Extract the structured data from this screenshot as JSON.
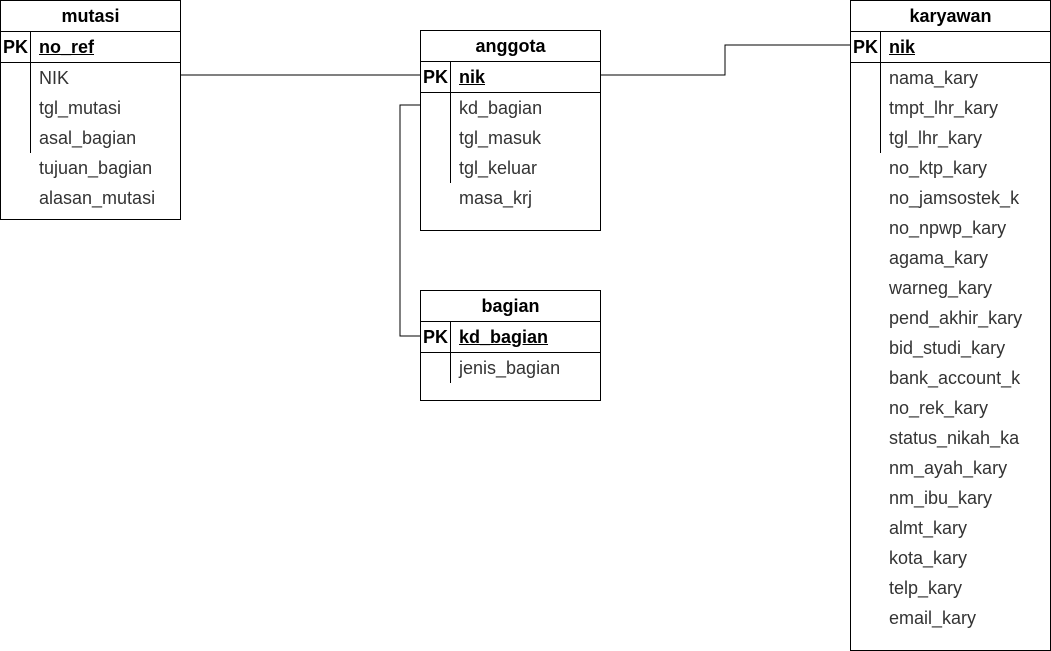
{
  "entities": {
    "mutasi": {
      "title": "mutasi",
      "pk_label": "PK",
      "pk_field": "no_ref",
      "attributes": [
        "NIK",
        "tgl_mutasi",
        "asal_bagian",
        "tujuan_bagian",
        "alasan_mutasi"
      ]
    },
    "anggota": {
      "title": "anggota",
      "pk_label": "PK",
      "pk_field": "nik",
      "attributes": [
        "kd_bagian",
        "tgl_masuk",
        "tgl_keluar",
        "masa_krj"
      ]
    },
    "bagian": {
      "title": "bagian",
      "pk_label": "PK",
      "pk_field": "kd_bagian",
      "attributes": [
        "jenis_bagian"
      ]
    },
    "karyawan": {
      "title": "karyawan",
      "pk_label": "PK",
      "pk_field": "nik",
      "attributes": [
        "nama_kary",
        "tmpt_lhr_kary",
        "tgl_lhr_kary",
        "no_ktp_kary",
        "no_jamsostek_k",
        "no_npwp_kary",
        "agama_kary",
        "warneg_kary",
        "pend_akhir_kary",
        "bid_studi_kary",
        "bank_account_k",
        "no_rek_kary",
        "status_nikah_ka",
        "nm_ayah_kary",
        "nm_ibu_kary",
        "almt_kary",
        "kota_kary",
        "telp_kary",
        "email_kary"
      ]
    }
  },
  "colors": {
    "line": "#000000",
    "background": "#ffffff",
    "attribute_text": "#333333"
  }
}
